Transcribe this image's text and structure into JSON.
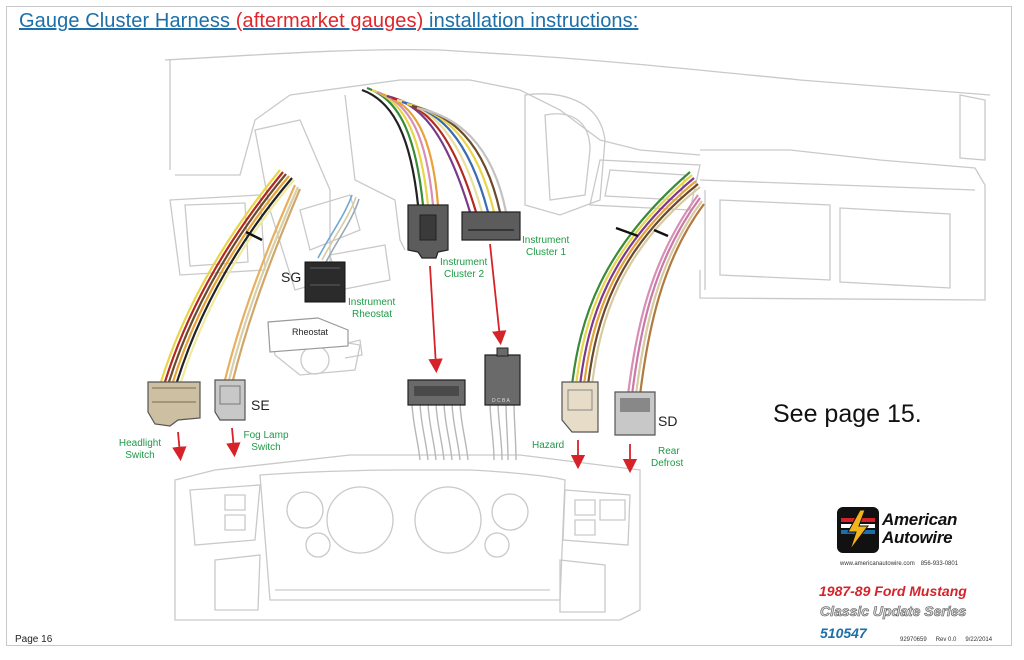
{
  "title": {
    "prefix": "Gauge Cluster Harness ",
    "accent": "(aftermarket gauges)",
    "suffix": " installation instructions:"
  },
  "connectors": [
    {
      "id": "headlight-switch",
      "code": "",
      "label_lines": [
        "Headlight",
        "Switch"
      ]
    },
    {
      "id": "fog-lamp-switch",
      "code": "SE",
      "label_lines": [
        "Fog Lamp",
        "Switch"
      ]
    },
    {
      "id": "instrument-rheostat",
      "code": "SG",
      "label_lines": [
        "Instrument",
        "Rheostat"
      ]
    },
    {
      "id": "instrument-cluster-2",
      "code": "",
      "label_lines": [
        "Instrument",
        "Cluster 2"
      ]
    },
    {
      "id": "instrument-cluster-1",
      "code": "",
      "label_lines": [
        "Instrument",
        "Cluster 1"
      ]
    },
    {
      "id": "hazard",
      "code": "",
      "label_lines": [
        "Hazard"
      ]
    },
    {
      "id": "rear-defrost",
      "code": "SD",
      "label_lines": [
        "Rear",
        "Defrost"
      ]
    }
  ],
  "rheostat_label": "Rheostat",
  "connector_pin_letters": "D C B A",
  "see_page": "See page 15.",
  "brand": {
    "line1": "American",
    "line2": "Autowire",
    "website": "www.americanautowire.com",
    "phone": "856-933-0801"
  },
  "product": {
    "model": "1987-89 Ford Mustang",
    "series": "Classic Update Series",
    "part_number": "510547"
  },
  "doc": {
    "number": "92970659",
    "rev": "Rev 0.0",
    "date": "9/22/2014"
  },
  "page_number": "Page 16",
  "colors": {
    "title_blue": "#1c6fa8",
    "title_red": "#e0262b",
    "label_green": "#1e9a46",
    "arrow_red": "#d6232a",
    "outline_gray": "#c9c9c9"
  }
}
